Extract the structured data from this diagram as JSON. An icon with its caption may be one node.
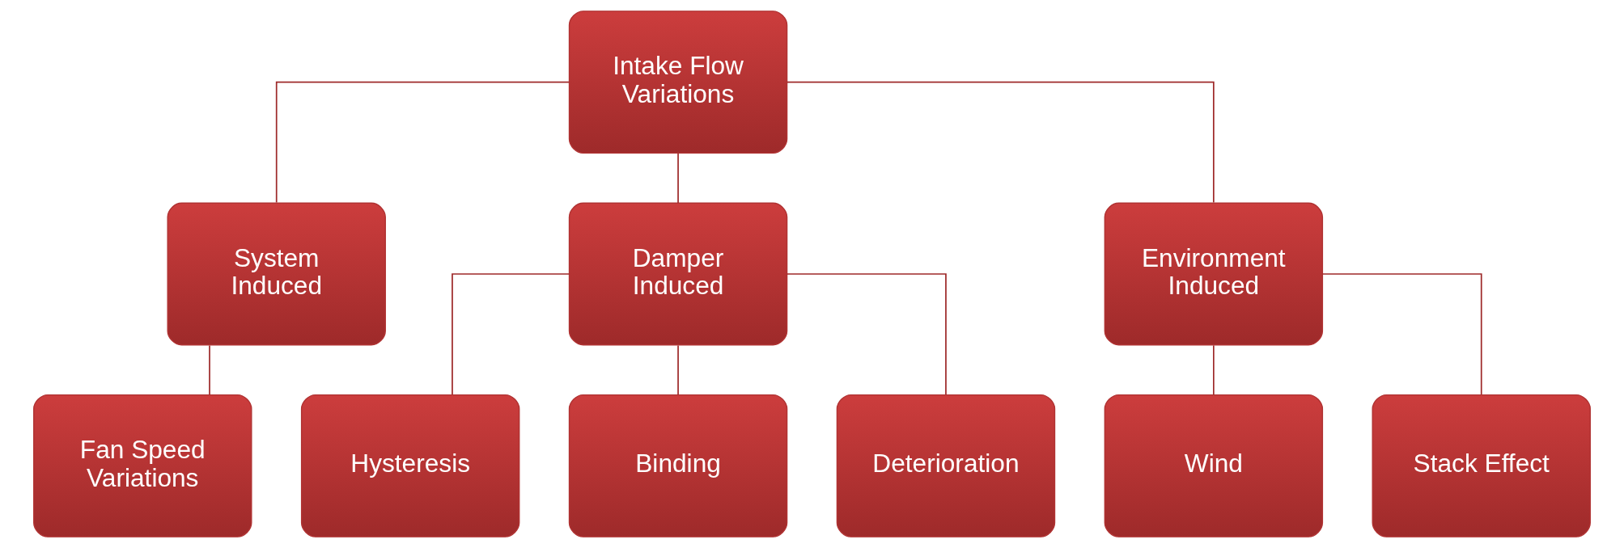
{
  "diagram": {
    "nodes": [
      {
        "text": [
          "Intake Flow Variations"
        ]
      },
      {
        "text": [
          "System Induced"
        ]
      },
      {
        "text": [
          "Damper Induced"
        ]
      },
      {
        "text": [
          "Environment Induced"
        ]
      },
      {
        "text": [
          "Fan Speed Variations"
        ]
      },
      {
        "text": [
          "Hysteresis"
        ]
      },
      {
        "text": [
          "Binding"
        ]
      },
      {
        "text": [
          "Deterioration"
        ]
      },
      {
        "text": [
          "Wind"
        ]
      },
      {
        "text": [
          "Stack Effect"
        ]
      }
    ],
    "edges": [
      {
        "from": 0,
        "to": 1,
        "arrow": "none"
      },
      {
        "from": 0,
        "to": 2,
        "arrow": "none"
      },
      {
        "from": 0,
        "to": 3,
        "arrow": "none"
      },
      {
        "from": 1,
        "to": 4,
        "arrow": "none"
      },
      {
        "from": 2,
        "to": 5,
        "arrow": "none"
      },
      {
        "from": 2,
        "to": 6,
        "arrow": "none"
      },
      {
        "from": 2,
        "to": 7,
        "arrow": "none"
      },
      {
        "from": 3,
        "to": 8,
        "arrow": "none"
      },
      {
        "from": 3,
        "to": 9,
        "arrow": "none"
      }
    ]
  }
}
